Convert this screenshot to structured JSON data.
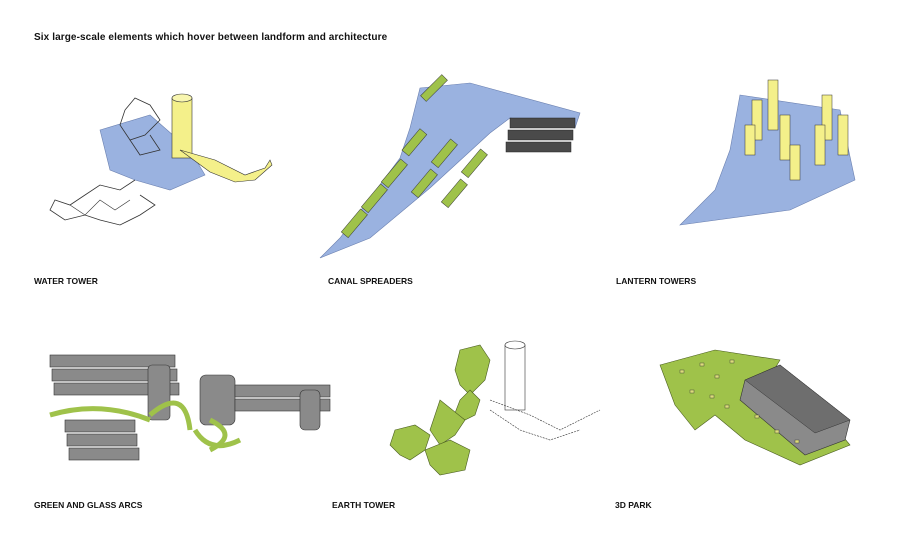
{
  "title": "Six large-scale elements which hover between landform and architecture",
  "panels": [
    {
      "label": "WATER TOWER"
    },
    {
      "label": "CANAL SPREADERS"
    },
    {
      "label": "LANTERN TOWERS"
    },
    {
      "label": "GREEN AND GLASS ARCS"
    },
    {
      "label": "EARTH TOWER"
    },
    {
      "label": "3D PARK"
    }
  ],
  "colors": {
    "water_blue": "#9ab2e0",
    "tower_yellow": "#f4f08a",
    "tower_yellow_dark": "#c9c64a",
    "green": "#9fc24a",
    "green_dark": "#5f7d22",
    "gray_block": "#8a8a8a",
    "gray_dark": "#4a4a4a",
    "outline": "#333333"
  }
}
